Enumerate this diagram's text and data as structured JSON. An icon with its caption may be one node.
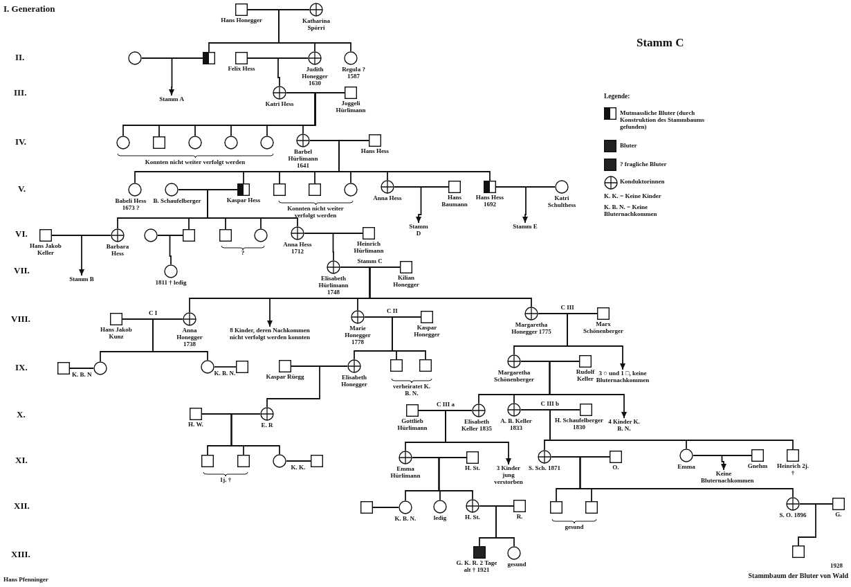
{
  "diagram": {
    "title": "Stamm C",
    "caption": "Stammbaum der Bluter von Wald",
    "nodes": [
      {
        "text": [],
        "shape": "box",
        "beside": [
          "Hans Honegger"
        ]
      },
      {
        "text": [],
        "shape": "crossed-circle",
        "beside": [
          "Katharina Spörri"
        ]
      },
      {
        "text": [],
        "shape": "circle"
      },
      {
        "text": [],
        "shape": "half-filled-box"
      },
      {
        "text": [],
        "shape": "box",
        "beside": [
          "Felix Hess"
        ]
      },
      {
        "text": [],
        "shape": "crossed-circle",
        "beside": [
          "Judith Honegger 1630"
        ]
      },
      {
        "text": [],
        "shape": "circle",
        "beside": [
          "Regula ? 1587"
        ]
      },
      {
        "text": [
          "Stamm A"
        ]
      },
      {
        "text": [],
        "shape": "crossed-circle",
        "beside": [
          "Katri Hess"
        ]
      },
      {
        "text": [],
        "shape": "box",
        "beside": [
          "Joggeli Hürlimann"
        ]
      },
      {
        "text": [],
        "shape": "circle"
      },
      {
        "text": [],
        "shape": "box"
      },
      {
        "text": [],
        "shape": "circle"
      },
      {
        "text": [],
        "shape": "circle"
      },
      {
        "text": [],
        "shape": "circle"
      },
      {
        "text": [],
        "shape": "crossed-circle",
        "beside": [
          "Barbel Hürlimann 1641"
        ]
      },
      {
        "text": [],
        "shape": "box",
        "beside": [
          "Hans Hess"
        ]
      },
      {
        "text": [],
        "shape": "circle",
        "beside": [
          "Babeli Hess 1673 ?"
        ]
      },
      {
        "text": [],
        "shape": "circle",
        "beside": [
          "B. Schaufelberger"
        ]
      },
      {
        "text": [],
        "shape": "half-filled-box",
        "beside": [
          "Kaspar Hess"
        ]
      },
      {
        "text": [],
        "shape": "box"
      },
      {
        "text": [],
        "shape": "box"
      },
      {
        "text": [],
        "shape": "circle"
      },
      {
        "text": [],
        "shape": "crossed-circle",
        "beside": [
          "Anna Hess"
        ]
      },
      {
        "text": [],
        "shape": "box",
        "beside": [
          "Hans Baumann"
        ]
      },
      {
        "text": [],
        "shape": "half-filled-box",
        "beside": [
          "Hans Hess 1692"
        ]
      },
      {
        "text": [],
        "shape": "circle",
        "beside": [
          "Katri Schulthess"
        ]
      },
      {
        "text": [],
        "shape": "box",
        "beside": [
          "Hans Jakob Keller"
        ]
      },
      {
        "text": [],
        "shape": "crossed-circle",
        "beside": [
          "Barbara Hess"
        ]
      },
      {
        "text": [],
        "shape": "circle"
      },
      {
        "text": [],
        "shape": "box"
      },
      {
        "text": [],
        "shape": "box"
      },
      {
        "text": [],
        "shape": "circle"
      },
      {
        "text": [],
        "shape": "crossed-circle",
        "beside": [
          "Anna Hess 1712"
        ]
      },
      {
        "text": [],
        "shape": "box",
        "beside": [
          "Heinrich Hürlimann"
        ]
      },
      {
        "text": [
          "Stamm D"
        ]
      },
      {
        "text": [
          "Stamm E"
        ]
      },
      {
        "text": [
          "Stamm B"
        ]
      },
      {
        "text": [],
        "shape": "circle",
        "beside": [
          "1811 † ledig"
        ]
      },
      {
        "text": [],
        "shape": "crossed-circle",
        "beside": [
          "Elisabeth Hürlimann 1748"
        ]
      },
      {
        "text": [],
        "shape": "box",
        "beside": [
          "Kilian Honegger"
        ]
      },
      {
        "text": [],
        "shape": "box",
        "beside": [
          "Hans Jakob Kunz"
        ]
      },
      {
        "text": [],
        "shape": "crossed-circle",
        "beside": [
          "Anna Honegger 1738"
        ]
      },
      {
        "text": [
          "8 Kinder, deren Nachkommen nicht verfolgt werden konnten"
        ]
      },
      {
        "text": [],
        "shape": "crossed-circle",
        "beside": [
          "Marie Honegger 1778"
        ]
      },
      {
        "text": [],
        "shape": "box",
        "beside": [
          "Kaspar Honegger"
        ]
      },
      {
        "text": [],
        "shape": "crossed-circle",
        "beside": [
          "Margaretha Honegger 1775"
        ]
      },
      {
        "text": [],
        "shape": "box",
        "beside": [
          "Marx Schönenberger"
        ]
      },
      {
        "text": [],
        "shape": "box"
      },
      {
        "text": [],
        "shape": "circle"
      },
      {
        "text": [],
        "shape": "circle"
      },
      {
        "text": [],
        "shape": "box"
      },
      {
        "text": [],
        "shape": "box",
        "beside": [
          "Kaspar Rüegg"
        ]
      },
      {
        "text": [],
        "shape": "crossed-circle",
        "beside": [
          "Elisabeth Honegger"
        ]
      },
      {
        "text": [],
        "shape": "box"
      },
      {
        "text": [],
        "shape": "box"
      },
      {
        "text": [],
        "shape": "crossed-circle",
        "beside": [
          "Margaretha Schönenberger"
        ]
      },
      {
        "text": [],
        "shape": "box",
        "beside": [
          "Rudolf Keller"
        ]
      },
      {
        "text": [
          "3 ○ und 1 □, keine Bluternachkommen"
        ]
      },
      {
        "text": [],
        "shape": "box",
        "beside": [
          "H. W."
        ]
      },
      {
        "text": [],
        "shape": "crossed-circle",
        "beside": [
          "E. R"
        ]
      },
      {
        "text": [],
        "shape": "box",
        "beside": [
          "Gottlieb Hürlimann"
        ]
      },
      {
        "text": [],
        "shape": "crossed-circle",
        "beside": [
          "Elisabeth Keller 1835"
        ]
      },
      {
        "text": [],
        "shape": "crossed-circle",
        "beside": [
          "A. B. Keller 1833"
        ]
      },
      {
        "text": [],
        "shape": "box",
        "beside": [
          "H. Schaufelberger 1830"
        ]
      },
      {
        "text": [
          "4 Kinder K. B. N."
        ]
      },
      {
        "text": [],
        "shape": "box"
      },
      {
        "text": [],
        "shape": "box"
      },
      {
        "text": [],
        "shape": "circle"
      },
      {
        "text": [],
        "shape": "box"
      },
      {
        "text": [],
        "shape": "crossed-circle",
        "beside": [
          "Emma Hürlimann"
        ]
      },
      {
        "text": [],
        "shape": "box",
        "beside": [
          "H. St."
        ]
      },
      {
        "text": [
          "3 Kinder jung verstorben"
        ]
      },
      {
        "text": [],
        "shape": "crossed-circle",
        "beside": [
          "S. Sch. 1871"
        ]
      },
      {
        "text": [],
        "shape": "box",
        "beside": [
          "O."
        ]
      },
      {
        "text": [],
        "shape": "circle",
        "beside": [
          "Emma"
        ]
      },
      {
        "text": [
          "Keine Bluternachkommen"
        ]
      },
      {
        "text": [],
        "shape": "box",
        "beside": [
          "Gnehm"
        ]
      },
      {
        "text": [],
        "shape": "box",
        "beside": [
          "Heinrich 2j. †"
        ]
      },
      {
        "text": [],
        "shape": "box"
      },
      {
        "text": [],
        "shape": "circle",
        "beside": [
          "K. B. N."
        ]
      },
      {
        "text": [],
        "shape": "circle",
        "beside": [
          "ledig"
        ]
      },
      {
        "text": [],
        "shape": "crossed-circle",
        "beside": [
          "H. St."
        ]
      },
      {
        "text": [],
        "shape": "box",
        "beside": [
          "R."
        ]
      },
      {
        "text": [],
        "shape": "box"
      },
      {
        "text": [],
        "shape": "box"
      },
      {
        "text": [],
        "shape": "crossed-circle",
        "beside": [
          "S. O. 1896"
        ]
      },
      {
        "text": [],
        "shape": "box",
        "beside": [
          "G."
        ]
      },
      {
        "text": [],
        "shape": "filled-box",
        "beside": [
          "G. K. R. 2 Tage alt † 1921"
        ]
      },
      {
        "text": [],
        "shape": "circle",
        "beside": [
          "gesund"
        ]
      },
      {
        "text": [],
        "shape": "box"
      }
    ],
    "edges": [
      {
        "from": 0,
        "to": 1,
        "arrow": "none"
      },
      {
        "from": 1,
        "to": 3,
        "arrow": "none"
      },
      {
        "from": 1,
        "to": 5,
        "arrow": "none"
      },
      {
        "from": 1,
        "to": 6,
        "arrow": "none"
      },
      {
        "from": 2,
        "to": 3,
        "arrow": "none"
      },
      {
        "from": 3,
        "to": 7,
        "arrow": "to"
      },
      {
        "from": 4,
        "to": 5,
        "arrow": "none"
      },
      {
        "from": 5,
        "to": 8,
        "arrow": "none"
      },
      {
        "from": 8,
        "to": 9,
        "arrow": "none"
      },
      {
        "from": 8,
        "to": 10,
        "arrow": "none"
      },
      {
        "from": 8,
        "to": 11,
        "arrow": "none"
      },
      {
        "from": 8,
        "to": 12,
        "arrow": "none"
      },
      {
        "from": 8,
        "to": 13,
        "arrow": "none"
      },
      {
        "from": 8,
        "to": 14,
        "arrow": "none"
      },
      {
        "from": 8,
        "to": 15,
        "arrow": "none"
      },
      {
        "from": 15,
        "to": 16,
        "arrow": "none"
      },
      {
        "from": 15,
        "to": 17,
        "arrow": "none"
      },
      {
        "from": 15,
        "to": 19,
        "arrow": "none"
      },
      {
        "from": 15,
        "to": 20,
        "arrow": "none"
      },
      {
        "from": 15,
        "to": 21,
        "arrow": "none"
      },
      {
        "from": 15,
        "to": 22,
        "arrow": "none"
      },
      {
        "from": 15,
        "to": 23,
        "arrow": "none"
      },
      {
        "from": 15,
        "to": 25,
        "arrow": "none"
      },
      {
        "from": 18,
        "to": 19,
        "arrow": "none"
      },
      {
        "from": 19,
        "to": 28,
        "arrow": "none"
      },
      {
        "from": 19,
        "to": 30,
        "arrow": "none"
      },
      {
        "from": 19,
        "to": 31,
        "arrow": "none"
      },
      {
        "from": 19,
        "to": 32,
        "arrow": "none"
      },
      {
        "from": 19,
        "to": 33,
        "arrow": "none"
      },
      {
        "from": 23,
        "to": 24,
        "arrow": "none"
      },
      {
        "from": 23,
        "to": 35,
        "arrow": "to"
      },
      {
        "from": 25,
        "to": 26,
        "arrow": "none"
      },
      {
        "from": 25,
        "to": 36,
        "arrow": "to"
      },
      {
        "from": 27,
        "to": 28,
        "arrow": "none"
      },
      {
        "from": 28,
        "to": 37,
        "arrow": "to"
      },
      {
        "from": 29,
        "to": 30,
        "arrow": "none"
      },
      {
        "from": 30,
        "to": 38,
        "arrow": "none"
      },
      {
        "from": 33,
        "to": 34,
        "arrow": "none"
      },
      {
        "from": 33,
        "to": 39,
        "arrow": "none"
      },
      {
        "from": 39,
        "to": 40,
        "arrow": "none",
        "label": "Stamm C"
      },
      {
        "from": 39,
        "to": 42,
        "arrow": "none"
      },
      {
        "from": 39,
        "to": 43,
        "arrow": "to"
      },
      {
        "from": 39,
        "to": 44,
        "arrow": "none"
      },
      {
        "from": 39,
        "to": 46,
        "arrow": "none"
      },
      {
        "from": 41,
        "to": 42,
        "arrow": "none",
        "label": "C I"
      },
      {
        "from": 42,
        "to": 49,
        "arrow": "none"
      },
      {
        "from": 42,
        "to": 50,
        "arrow": "none"
      },
      {
        "from": 44,
        "to": 45,
        "arrow": "none",
        "label": "C II"
      },
      {
        "from": 44,
        "to": 53,
        "arrow": "none"
      },
      {
        "from": 44,
        "to": 54,
        "arrow": "none"
      },
      {
        "from": 44,
        "to": 55,
        "arrow": "none"
      },
      {
        "from": 46,
        "to": 47,
        "arrow": "none",
        "label": "C III"
      },
      {
        "from": 46,
        "to": 56,
        "arrow": "none"
      },
      {
        "from": 46,
        "to": 58,
        "arrow": "to"
      },
      {
        "from": 48,
        "to": 49,
        "arrow": "none",
        "label": "K. B. N"
      },
      {
        "from": 50,
        "to": 51,
        "arrow": "none",
        "label": "K. B. N."
      },
      {
        "from": 52,
        "to": 53,
        "arrow": "none"
      },
      {
        "from": 53,
        "to": 60,
        "arrow": "none"
      },
      {
        "from": 56,
        "to": 57,
        "arrow": "none"
      },
      {
        "from": 56,
        "to": 62,
        "arrow": "none"
      },
      {
        "from": 56,
        "to": 63,
        "arrow": "none"
      },
      {
        "from": 56,
        "to": 65,
        "arrow": "to"
      },
      {
        "from": 59,
        "to": 60,
        "arrow": "none"
      },
      {
        "from": 60,
        "to": 66,
        "arrow": "none"
      },
      {
        "from": 60,
        "to": 67,
        "arrow": "none"
      },
      {
        "from": 60,
        "to": 68,
        "arrow": "none"
      },
      {
        "from": 61,
        "to": 62,
        "arrow": "none",
        "label": "C III a"
      },
      {
        "from": 62,
        "to": 70,
        "arrow": "none"
      },
      {
        "from": 62,
        "to": 72,
        "arrow": "to"
      },
      {
        "from": 63,
        "to": 64,
        "arrow": "none",
        "label": "C III b"
      },
      {
        "from": 63,
        "to": 73,
        "arrow": "none"
      },
      {
        "from": 63,
        "to": 75,
        "arrow": "none"
      },
      {
        "from": 63,
        "to": 78,
        "arrow": "none"
      },
      {
        "from": 68,
        "to": 69,
        "arrow": "none",
        "label": "K. K."
      },
      {
        "from": 70,
        "to": 71,
        "arrow": "none"
      },
      {
        "from": 70,
        "to": 80,
        "arrow": "none"
      },
      {
        "from": 70,
        "to": 81,
        "arrow": "none"
      },
      {
        "from": 70,
        "to": 82,
        "arrow": "none"
      },
      {
        "from": 73,
        "to": 74,
        "arrow": "none"
      },
      {
        "from": 73,
        "to": 84,
        "arrow": "none"
      },
      {
        "from": 73,
        "to": 85,
        "arrow": "none"
      },
      {
        "from": 73,
        "to": 86,
        "arrow": "none"
      },
      {
        "from": 75,
        "to": 77,
        "arrow": "none"
      },
      {
        "from": 75,
        "to": 76,
        "arrow": "to"
      },
      {
        "from": 79,
        "to": 80,
        "arrow": "none"
      },
      {
        "from": 82,
        "to": 83,
        "arrow": "none"
      },
      {
        "from": 82,
        "to": 88,
        "arrow": "none"
      },
      {
        "from": 82,
        "to": 89,
        "arrow": "none"
      },
      {
        "from": 86,
        "to": 87,
        "arrow": "none"
      },
      {
        "from": 86,
        "to": 90,
        "arrow": "none"
      }
    ],
    "labels": [
      "I. Generation",
      "II.",
      "III.",
      "IV.",
      "V.",
      "VI.",
      "VII.",
      "VIII.",
      "IX.",
      "X.",
      "XI.",
      "XII.",
      "XIII.",
      "Konnten nicht weiter verfolgt werden",
      "Konnten nicht weiter verfolgt werden",
      "?",
      "verheiratet K. B. N.",
      "1j. †",
      "gesund",
      "Legende:",
      "K. K. = Keine Kinder",
      "K. B. N. = Keine Bluternachkommen",
      "Hans Pfenninger",
      "1928"
    ],
    "legend": [
      {
        "text": "Mutmassliche Bluter (durch Konstruktion des Stammbaums gefunden)"
      },
      {
        "text": "Bluter"
      },
      {
        "text": "? fragliche Bluter"
      },
      {
        "text": "Konduktorinnen"
      }
    ]
  }
}
